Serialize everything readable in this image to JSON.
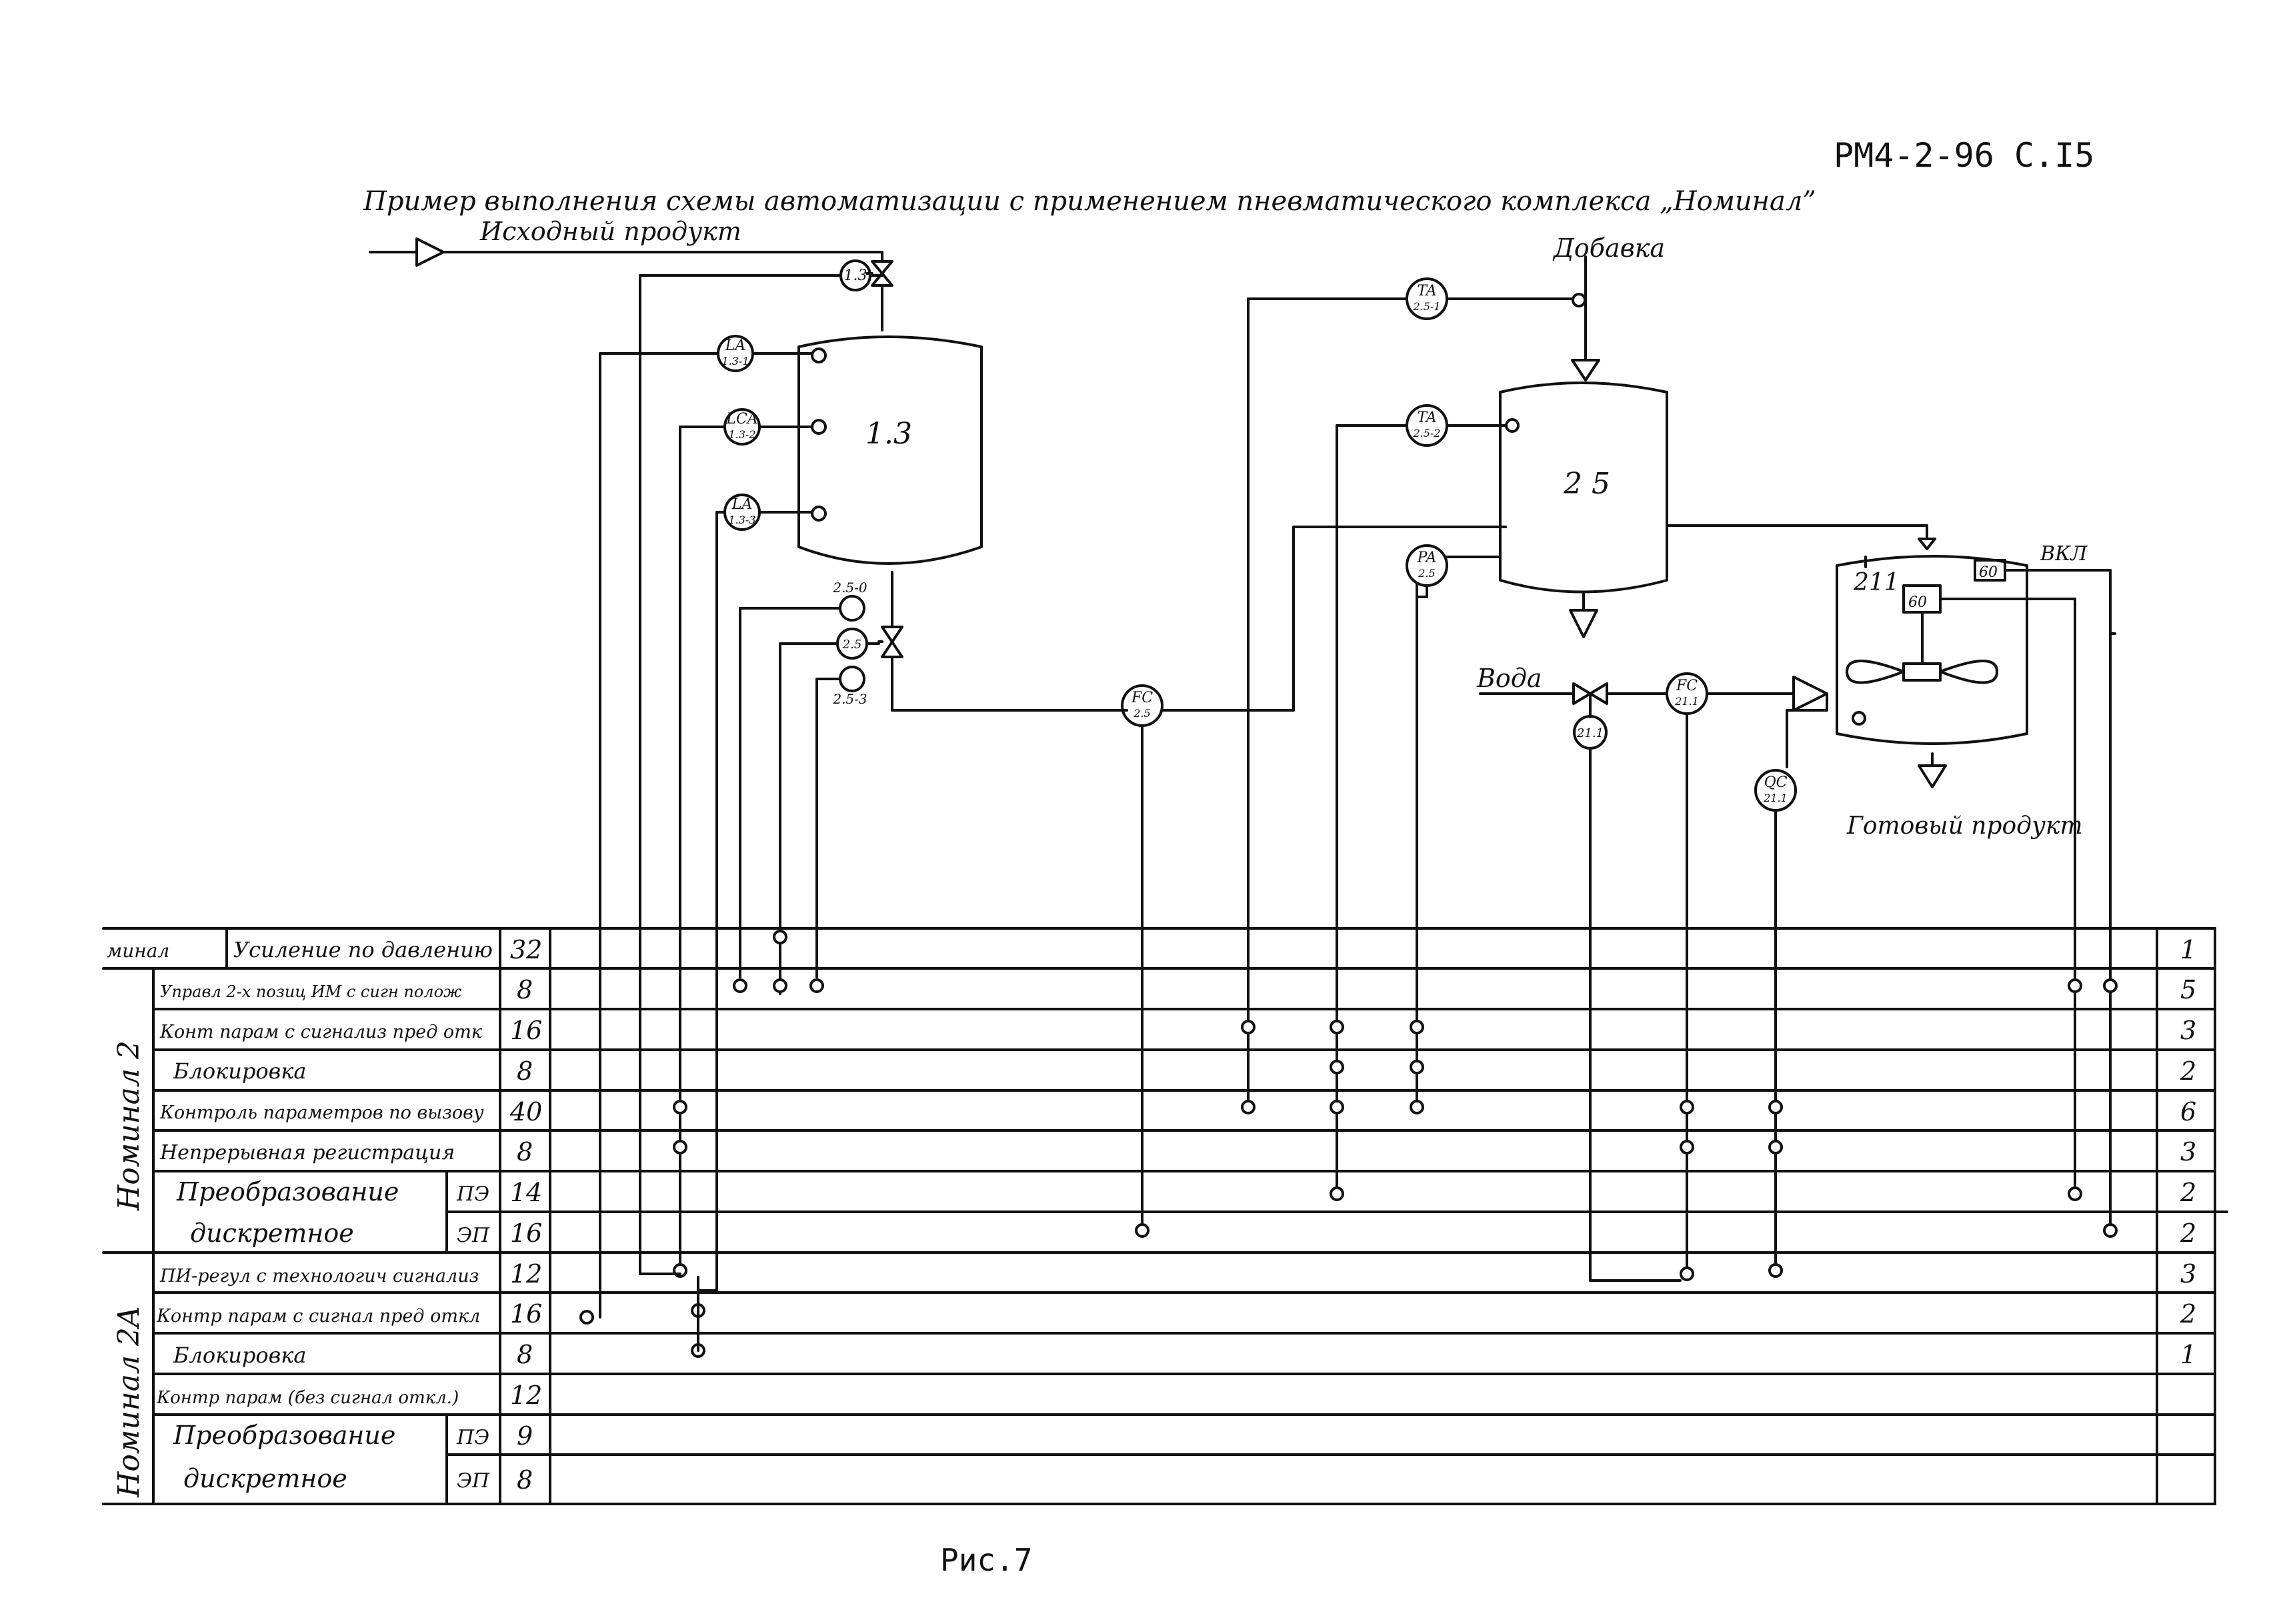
{
  "header": {
    "doc_code": "РМ4-2-96 С.I5",
    "title": "Пример выполнения схемы автоматизации с применением пневматического комплекса „Номинал”"
  },
  "figure_caption": "Рис.7",
  "streams": {
    "source_product": "Исходный продукт",
    "additive": "Добавка",
    "water": "Вода",
    "finished_product": "Готовый продукт",
    "on_label": "ВКЛ"
  },
  "vessels": {
    "v13": "1.3",
    "v25": "2 5",
    "v211": "211",
    "motor_a": "60",
    "motor_b": "60"
  },
  "instruments": [
    {
      "tag": "1.3",
      "sub": ""
    },
    {
      "tag": "LA",
      "sub": "1.3-1"
    },
    {
      "tag": "LCA",
      "sub": "1.3-2"
    },
    {
      "tag": "LA",
      "sub": "1.3-3"
    },
    {
      "tag": "TA",
      "sub": "2.5-1"
    },
    {
      "tag": "TA",
      "sub": "2.5-2"
    },
    {
      "tag": "PA",
      "sub": "2.5"
    },
    {
      "tag": "FC",
      "sub": "2.5"
    },
    {
      "tag": "FC",
      "sub": "21.1"
    },
    {
      "tag": "QC",
      "sub": "21.1"
    },
    {
      "tag": "21.1",
      "sub": ""
    },
    {
      "tag": "2.5",
      "sub": ""
    }
  ],
  "valve_labels": {
    "top": "2.5-0",
    "bottom": "2.5-3"
  },
  "table": {
    "groups": [
      "Номинал 2",
      "Номинал 2A"
    ],
    "top_group": "минал",
    "rows": [
      {
        "name": "Усиление по давлению",
        "sub": "",
        "count": "32",
        "right": "1"
      },
      {
        "name": "Управл 2-х позиц ИМ с сигн полож",
        "sub": "",
        "count": "8",
        "right": "5"
      },
      {
        "name": "Конт парам с сигнализ пред отк",
        "sub": "",
        "count": "16",
        "right": "3"
      },
      {
        "name": "Блокировка",
        "sub": "",
        "count": "8",
        "right": "2"
      },
      {
        "name": "Контроль параметров по вызову",
        "sub": "",
        "count": "40",
        "right": "6"
      },
      {
        "name": "Непрерывная регистрация",
        "sub": "",
        "count": "8",
        "right": "3"
      },
      {
        "name": "Преобразование",
        "sub": "ПЭ",
        "count": "14",
        "right": "2"
      },
      {
        "name": "дискретное",
        "sub": "ЭП",
        "count": "16",
        "right": "2"
      },
      {
        "name": "ПИ-регул с технологич сигнализ",
        "sub": "",
        "count": "12",
        "right": "3"
      },
      {
        "name": "Контр парам с сигнал пред откл",
        "sub": "",
        "count": "16",
        "right": "2"
      },
      {
        "name": "Блокировка",
        "sub": "",
        "count": "8",
        "right": "1"
      },
      {
        "name": "Контр парам (без сигнал откл.)",
        "sub": "",
        "count": "12",
        "right": ""
      },
      {
        "name": "Преобразование",
        "sub": "ПЭ",
        "count": "9",
        "right": ""
      },
      {
        "name": "дискретное",
        "sub": "ЭП",
        "count": "8",
        "right": ""
      }
    ]
  }
}
